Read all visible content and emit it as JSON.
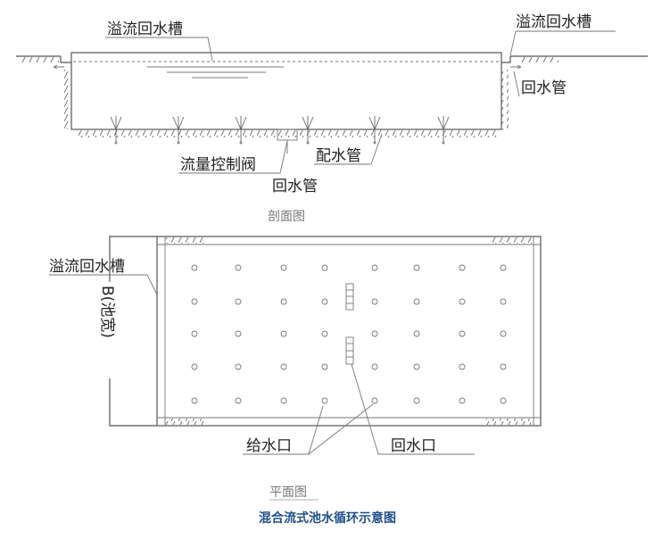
{
  "section_view": {
    "title": "剖面图",
    "labels": {
      "overflow_trough_left": "溢流回水槽",
      "overflow_trough_right": "溢流回水槽",
      "return_pipe_right": "回水管",
      "flow_control_valve": "流量控制阀",
      "distribution_pipe": "配水管",
      "return_pipe_bottom": "回水管"
    }
  },
  "plan_view": {
    "title": "平面图",
    "labels": {
      "overflow_trough": "溢流回水槽",
      "pool_width": "B(池宽)",
      "inlet": "给水口",
      "outlet": "回水口"
    },
    "inlet_grid": {
      "rows": 5,
      "columns": 8
    }
  },
  "caption": "混合流式池水循环示意图",
  "colors": {
    "caption": "#1f4e8c",
    "lines": "#555555"
  }
}
